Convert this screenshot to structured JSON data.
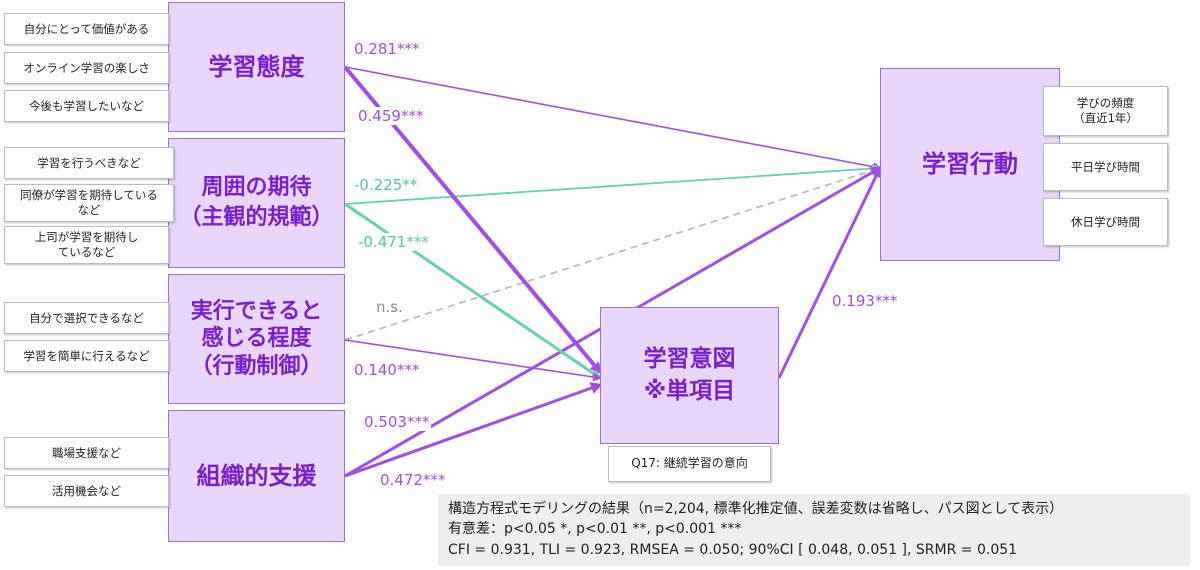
{
  "latents": {
    "attitude": "学習態度",
    "norm": "周囲の期待\n（主観的規範）",
    "control": "実行できると\n感じる程度\n（行動制御）",
    "support": "組織的支援",
    "intention": "学習意図\n※単項目",
    "behavior": "学習行動"
  },
  "indicators": {
    "attitude": [
      "自分にとって価値がある",
      "オンライン学習の楽しさ",
      "今後も学習したいなど"
    ],
    "norm": [
      "学習を行うべきなど",
      "同僚が学習を期待している\nなど",
      "上司が学習を期待し\nているなど"
    ],
    "control": [
      "自分で選択できるなど",
      "学習を簡単に行えるなど"
    ],
    "support": [
      "職場支援など",
      "活用機会など"
    ],
    "intention": [
      "Q17: 継続学習の意向"
    ],
    "behavior": [
      "学びの頻度\n（直近1年）",
      "平日学び時間",
      "休日学び時間"
    ]
  },
  "paths": {
    "attitude_behavior": "0.281***",
    "attitude_intention": "0.459***",
    "norm_behavior": "-0.225**",
    "norm_intention": "-0.471***",
    "control_behavior": "n.s.",
    "control_intention": "0.140***",
    "support_behavior": "0.503***",
    "support_intention": "0.472***",
    "intention_behavior": "0.193***"
  },
  "note": {
    "line1": "構造方程式モデリングの結果（n=2,204, 標準化推定値、誤差変数は省略し、パス図として表示）",
    "line2": "有意差：p<0.05 *, p<0.01 **, p<0.001 ***",
    "line3": "CFI = 0.931, TLI = 0.923, RMSEA = 0.050; 90%CI [ 0.048, 0.051 ], SRMR = 0.051"
  },
  "colors": {
    "purple": "#a24de6",
    "green": "#5fd3b3",
    "gray": "#bbbbbb",
    "latent_fill": "#e9d6fb"
  }
}
